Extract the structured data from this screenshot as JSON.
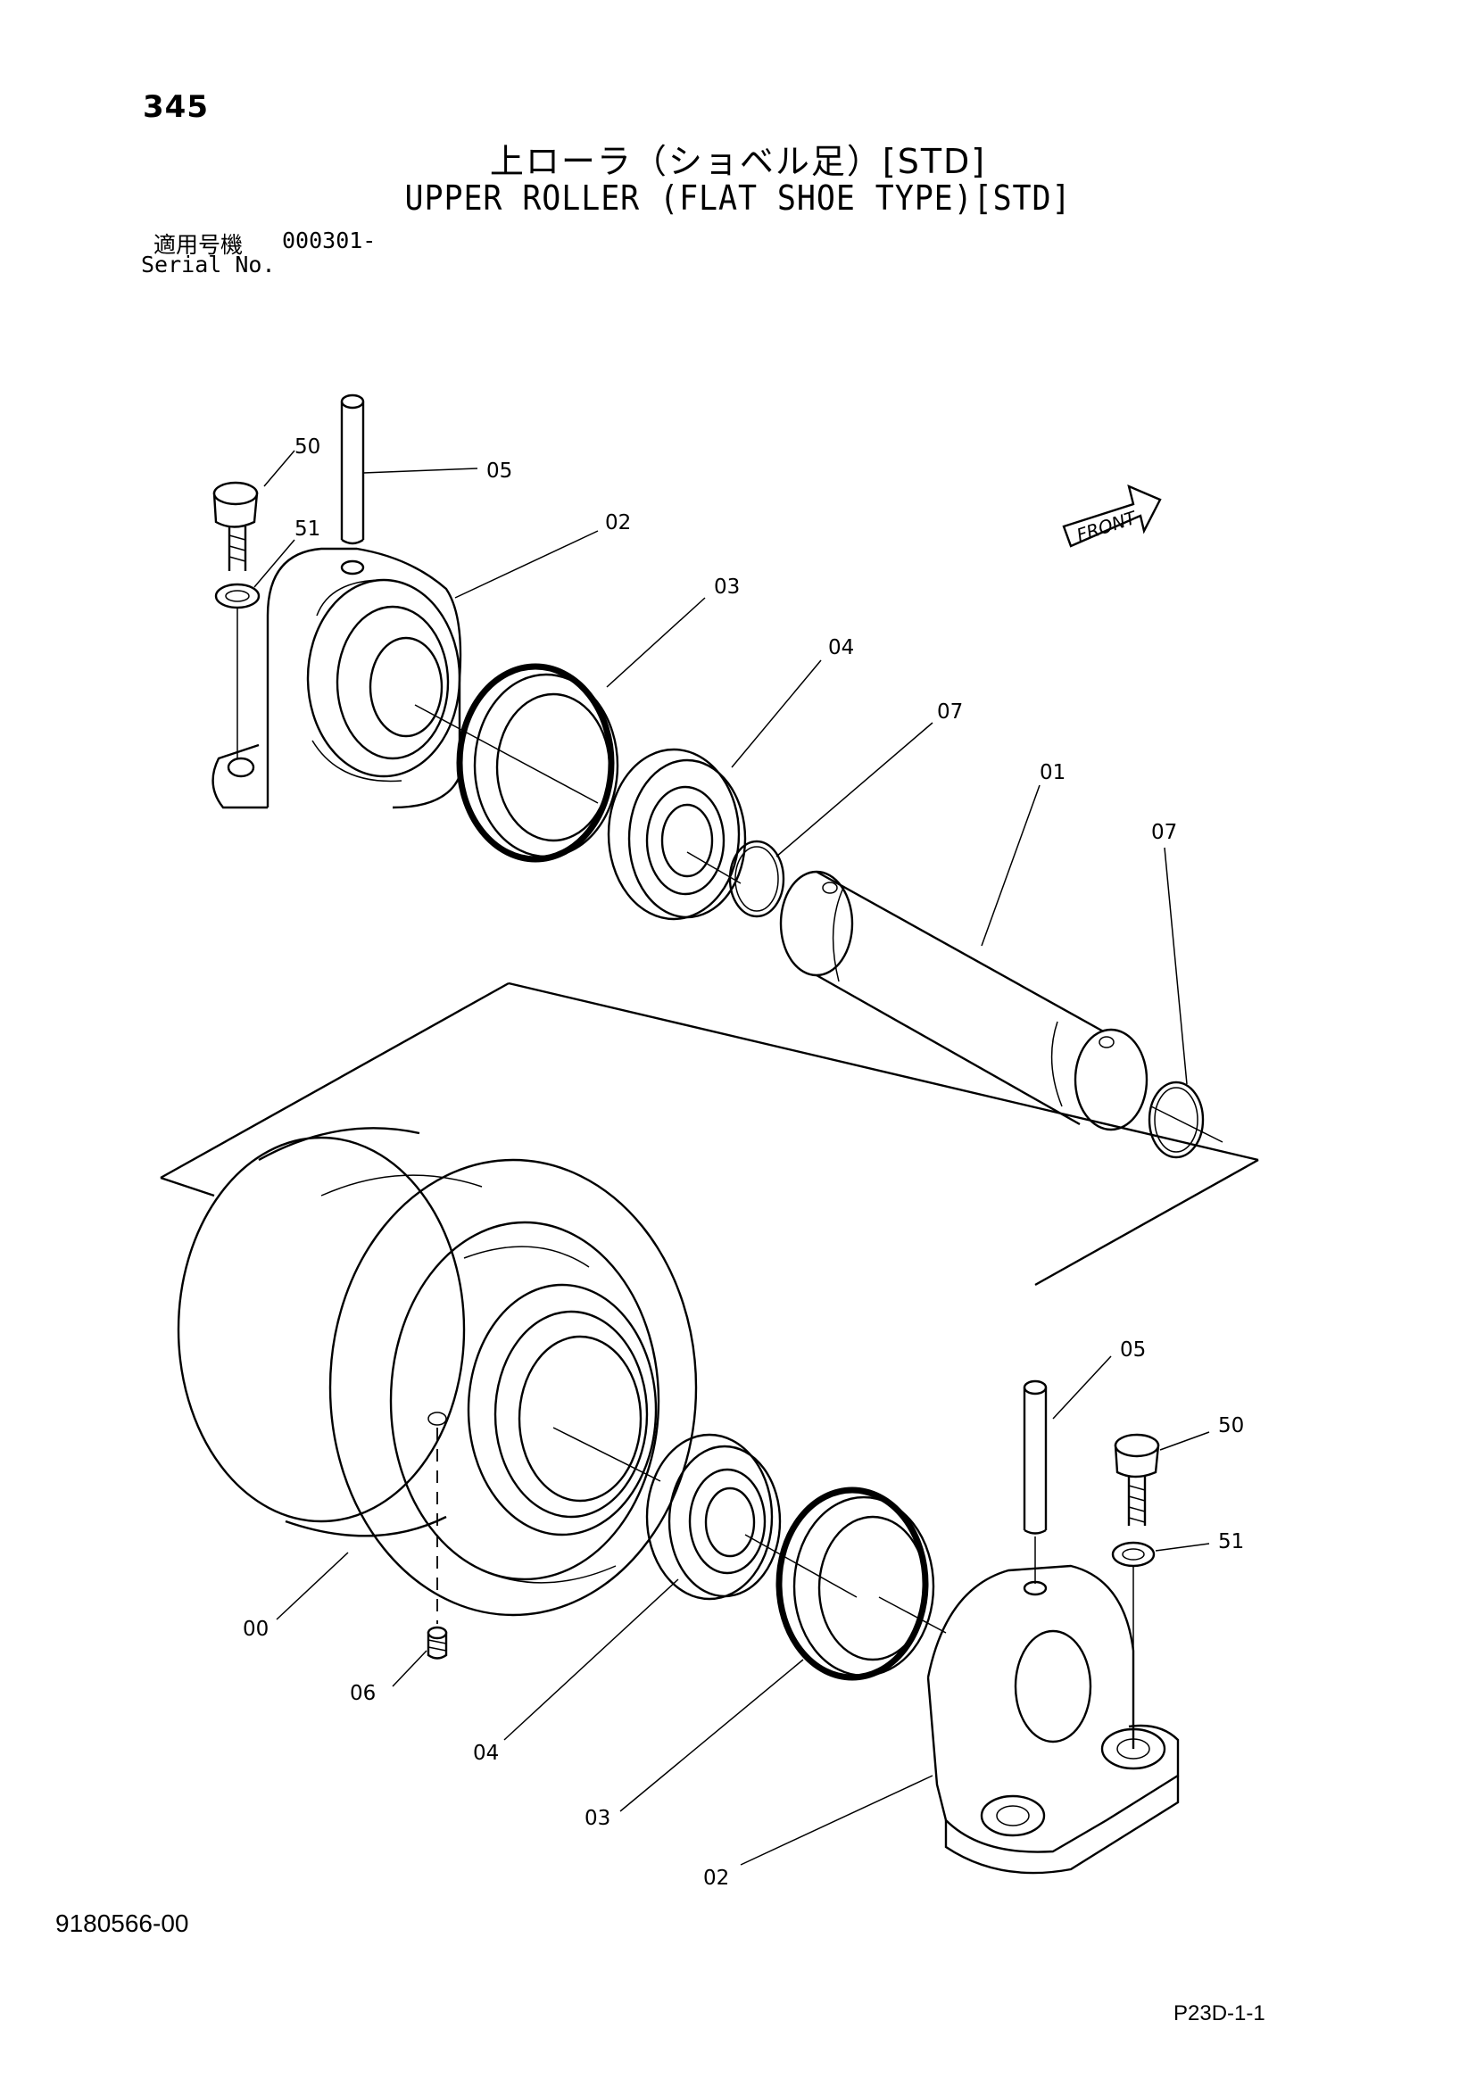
{
  "header": {
    "page_number": "345",
    "title_ja": "上ローラ（ショベル足）[STD]",
    "title_en": "UPPER ROLLER (FLAT SHOE TYPE)[STD]",
    "serial_label_ja": "適用号機",
    "serial_range": "000301-",
    "serial_label_en": "Serial No."
  },
  "diagram": {
    "front_label": "FRONT",
    "callouts": {
      "c_05_top": "05",
      "c_50_top": "50",
      "c_51_top": "51",
      "c_02_top": "02",
      "c_03_top": "03",
      "c_04_top": "04",
      "c_07_a": "07",
      "c_01": "01",
      "c_07_b": "07",
      "c_05_bot": "05",
      "c_50_bot": "50",
      "c_51_bot": "51",
      "c_00": "00",
      "c_06": "06",
      "c_04_bot": "04",
      "c_03_bot": "03",
      "c_02_bot": "02"
    }
  },
  "footer": {
    "doc_number": "9180566-00",
    "figure_code": "P23D-1-1"
  }
}
